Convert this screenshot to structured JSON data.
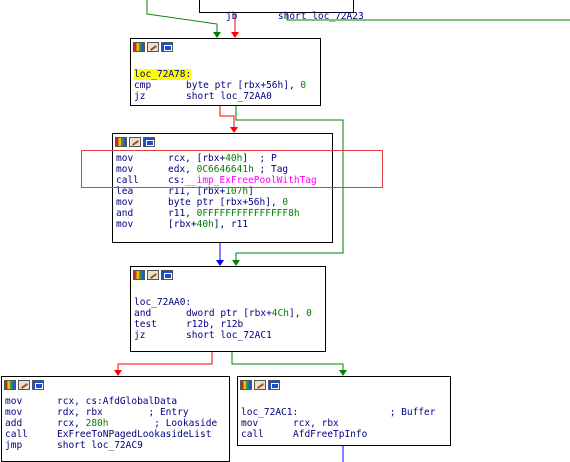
{
  "colors": {
    "edge_true": "#008000",
    "edge_false": "#ff0000",
    "edge_normal": "#0000ff",
    "highlight": "#ffff00",
    "immediate": "#008000",
    "api_call": "#ff00ff",
    "selection_box": "#e04040"
  },
  "icons": [
    "graph-color-icon",
    "edit-node-icon",
    "xref-icon"
  ],
  "block_top": {
    "code": [
      {
        "mn": "jb",
        "op": "short loc_72A23"
      }
    ]
  },
  "block_b": {
    "label": "loc_72A78:",
    "code": [
      {
        "mn": "cmp",
        "op": "byte ptr [rbx+56h], ",
        "num": "0"
      },
      {
        "mn": "jz",
        "op": "short loc_72AA0"
      }
    ]
  },
  "block_c": {
    "code": [
      {
        "mn": "mov",
        "op": "rcx, [rbx+",
        "num": "40h",
        "post": "]",
        "cmt": "  ; P"
      },
      {
        "mn": "mov",
        "op": "edx, ",
        "num": "0C6646641h",
        "cmt": " ; Tag"
      },
      {
        "mn": "call",
        "op": "cs:",
        "api": "__imp_ExFreePoolWithTag"
      },
      {
        "mn": "lea",
        "op": "r11, [rbx+",
        "num": "107h",
        "post": "]"
      },
      {
        "mn": "mov",
        "op": "byte ptr [rbx+56h], ",
        "num": "0"
      },
      {
        "mn": "and",
        "op": "r11, ",
        "num": "0FFFFFFFFFFFFFFF8h"
      },
      {
        "mn": "mov",
        "op": "[rbx+",
        "num": "40h",
        "post": "], r11"
      }
    ]
  },
  "block_d": {
    "label": "loc_72AA0:",
    "code": [
      {
        "mn": "and",
        "op": "dword ptr [rbx+",
        "num": "4Ch",
        "post": "], ",
        "num2": "0"
      },
      {
        "mn": "test",
        "op": "r12b, r12b"
      },
      {
        "mn": "jz",
        "op": "short loc_72AC1"
      }
    ]
  },
  "block_e": {
    "code": [
      {
        "mn": "mov",
        "op": "rcx, cs:AfdGlobalData"
      },
      {
        "mn": "mov",
        "op": "rdx, rbx",
        "cmt": "        ; Entry"
      },
      {
        "mn": "add",
        "op": "rcx, ",
        "num": "280h",
        "cmt": "        ; Lookaside"
      },
      {
        "mn": "call",
        "op": "ExFreeToNPagedLookasideList"
      },
      {
        "mn": "jmp",
        "op": "short loc_72AC9"
      }
    ]
  },
  "block_f": {
    "label": "loc_72AC1:",
    "label_cmt": "                ; Buffer",
    "code": [
      {
        "mn": "mov",
        "op": "rcx, rbx"
      },
      {
        "mn": "call",
        "op": "AfdFreeTpInfo"
      }
    ]
  }
}
